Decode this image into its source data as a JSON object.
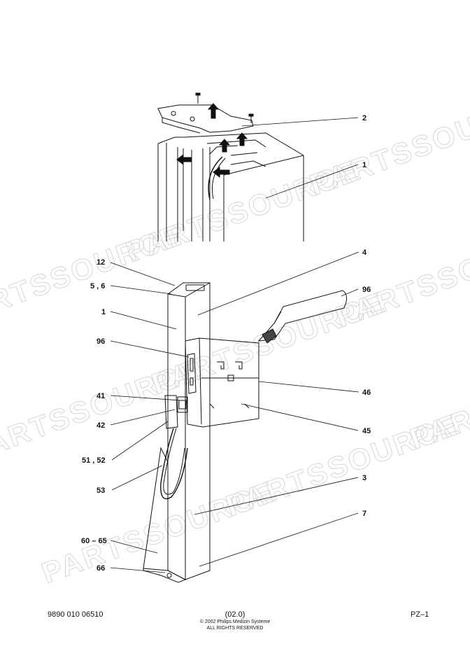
{
  "watermark": {
    "text": "PARTSSOURCE"
  },
  "callouts": {
    "c2": "2",
    "c1_top": "1",
    "c4": "4",
    "c96_right": "96",
    "c12": "12",
    "c5_6": "5 , 6",
    "c1_left": "1",
    "c96_left": "96",
    "c46": "46",
    "c41": "41",
    "c42": "42",
    "c45": "45",
    "c51_52": "51 , 52",
    "c53": "53",
    "c3": "3",
    "c7": "7",
    "c60_65": "60 – 65",
    "c66": "66"
  },
  "footer": {
    "doc_number": "9890 010 06510",
    "version": "(02.0)",
    "copyright": "© 2002 Philips Medizin Systeme",
    "rights": "ALL RIGHTS RESERVED",
    "page": "PZ–1"
  }
}
